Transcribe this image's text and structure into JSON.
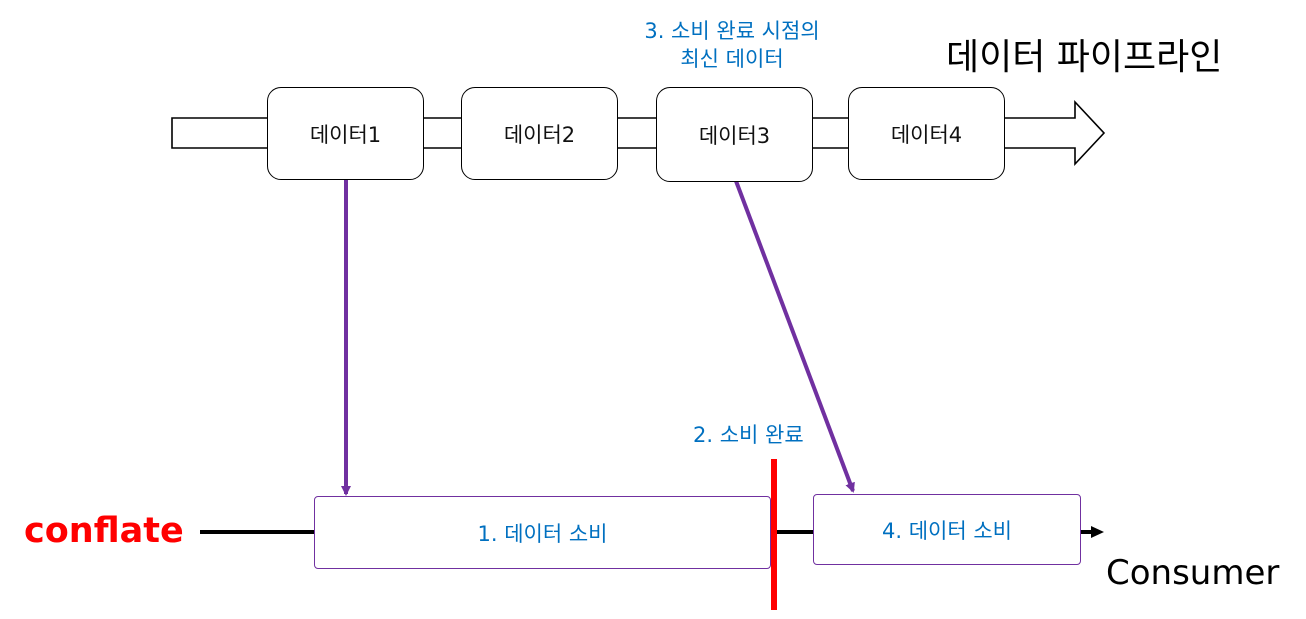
{
  "pipeline": {
    "title": "데이터 파이프라인",
    "items": [
      {
        "label": "데이터1"
      },
      {
        "label": "데이터2"
      },
      {
        "label": "데이터3"
      },
      {
        "label": "데이터4"
      }
    ]
  },
  "consumer": {
    "mode_label": "conflate",
    "name": "Consumer",
    "steps": [
      {
        "label": "1. 데이터 소비"
      },
      {
        "label": "4. 데이터 소비"
      }
    ]
  },
  "annotations": {
    "latest_at_consume_line1": "3. 소비 완료 시점의",
    "latest_at_consume_line2": "최신 데이터",
    "consume_done": "2. 소비 완료"
  },
  "colors": {
    "arrow": "#7030a0",
    "annotation": "#0070c0",
    "mode_label": "#ff0000",
    "divider": "#ff0000",
    "box_border": "#000000",
    "consume_border": "#7030a0"
  }
}
